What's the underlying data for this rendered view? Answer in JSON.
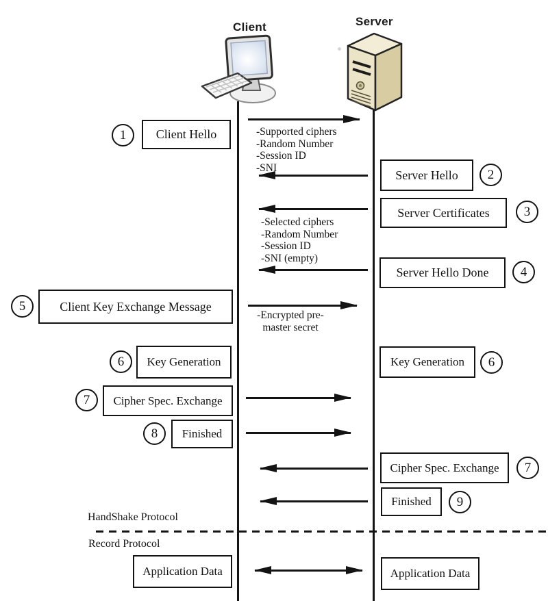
{
  "colors": {
    "background": "#ffffff",
    "ink": "#131313",
    "server_face": "#ece4c6",
    "server_side": "#d8cda2",
    "server_top": "#f3edd8",
    "screen_tint": "#dfe7f3"
  },
  "diagram": {
    "actors": {
      "client": "Client",
      "server": "Server"
    },
    "steps": [
      {
        "num": "1",
        "label": "Client Hello"
      },
      {
        "num": "2",
        "label": "Server Hello"
      },
      {
        "num": "3",
        "label": "Server Certificates"
      },
      {
        "num": "4",
        "label": "Server Hello Done"
      },
      {
        "num": "5",
        "label": "Client Key Exchange Message"
      },
      {
        "num": "6",
        "label": "Key Generation"
      },
      {
        "num": "6",
        "label": "Key Generation"
      },
      {
        "num": "7",
        "label": "Cipher Spec. Exchange"
      },
      {
        "num": "8",
        "label": "Finished"
      },
      {
        "num": "7",
        "label": "Cipher Spec. Exchange"
      },
      {
        "num": "9",
        "label": "Finished"
      }
    ],
    "annotations": {
      "client_hello": [
        "-Supported ciphers",
        "-Random Number",
        "-Session ID",
        "-SNI"
      ],
      "server_hello": [
        "-Selected ciphers",
        "-Random Number",
        "-Session ID",
        "-SNI (empty)"
      ],
      "key_exchange": [
        "-Encrypted pre-",
        "master secret"
      ]
    },
    "sections": {
      "handshake": "HandShake Protocol",
      "record": "Record Protocol"
    },
    "record_boxes": {
      "client": "Application Data",
      "server": "Application Data"
    }
  }
}
